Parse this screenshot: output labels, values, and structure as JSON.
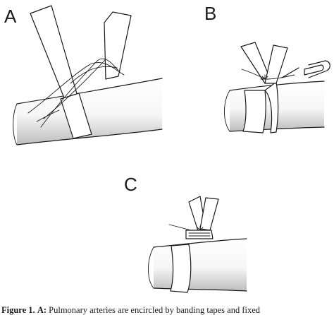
{
  "panels": {
    "a": {
      "label": "A"
    },
    "b": {
      "label": "B"
    },
    "c": {
      "label": "C"
    }
  },
  "caption": {
    "lead": "Figure 1.",
    "panel_ref": "A:",
    "text": "Pulmonary arteries are encircled by banding tapes and fixed"
  },
  "colors": {
    "ink": "#1a1a1a",
    "background": "#ffffff"
  }
}
